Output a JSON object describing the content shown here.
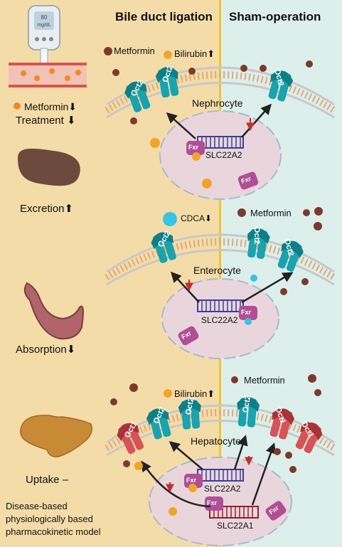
{
  "headers": {
    "left": "Bile duct ligation",
    "right": "Sham-operation"
  },
  "sidebar": {
    "meter_reading": "80",
    "meter_unit": "mg/dL",
    "metformin": "Metformin",
    "down_arrow": "⬇",
    "up_arrow": "⬆",
    "treatment": "Treatment",
    "excretion": "Excretion",
    "absorption": "Absorption",
    "uptake": "Uptake –",
    "model_line1": "Disease-based",
    "model_line2": "physiologically based",
    "model_line3": "pharmacokinetic model"
  },
  "nephrocyte": {
    "cell": "Nephrocyte",
    "metformin": "Metformin",
    "bilirubin": "Bilirubin",
    "gene": "SLC22A2"
  },
  "enterocyte": {
    "cell": "Enterocyte",
    "cdca": "CDCA",
    "metformin": "Metformin",
    "gene": "SLC22A2"
  },
  "hepatocyte": {
    "cell": "Hepatocyte",
    "bilirubin": "Bilirubin",
    "metformin": "Metformin",
    "gene1": "SLC22A2",
    "gene2": "SLC22A1"
  },
  "transporters": {
    "oct2": "Oct2",
    "oct1": "Oct1",
    "fxr": "Fxr"
  },
  "colors": {
    "oct2": "#1aa2ad",
    "oct1": "#d65357",
    "fxr": "#b04f96",
    "metformin": "#7b3a2c",
    "bilirubin": "#f2a42a",
    "cdca": "#39c3e6"
  }
}
